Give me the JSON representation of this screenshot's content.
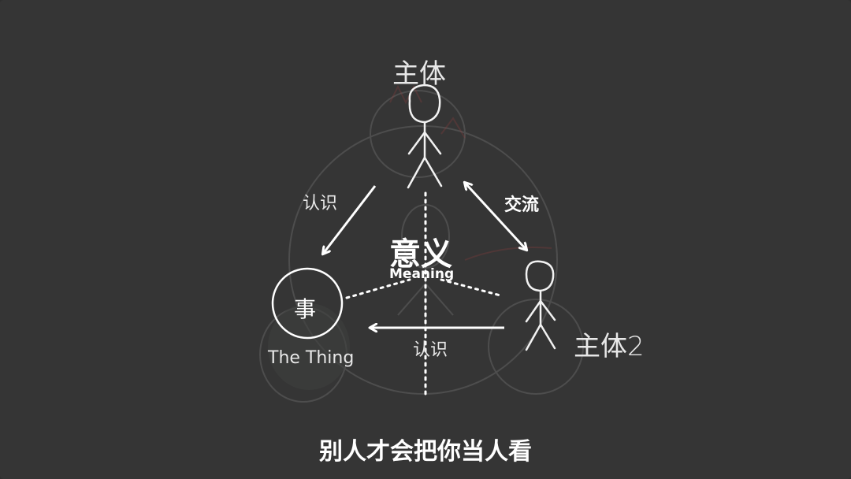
{
  "diagram": {
    "subject_top": "主体",
    "subject_2": "主体2",
    "recognize_left": "认识",
    "recognize_bottom": "认识",
    "communicate": "交流",
    "meaning_cn": "意义",
    "meaning_en": "Meaning",
    "thing_cn": "事",
    "thing_en": "The Thing"
  },
  "caption": "别人才会把你当人看"
}
